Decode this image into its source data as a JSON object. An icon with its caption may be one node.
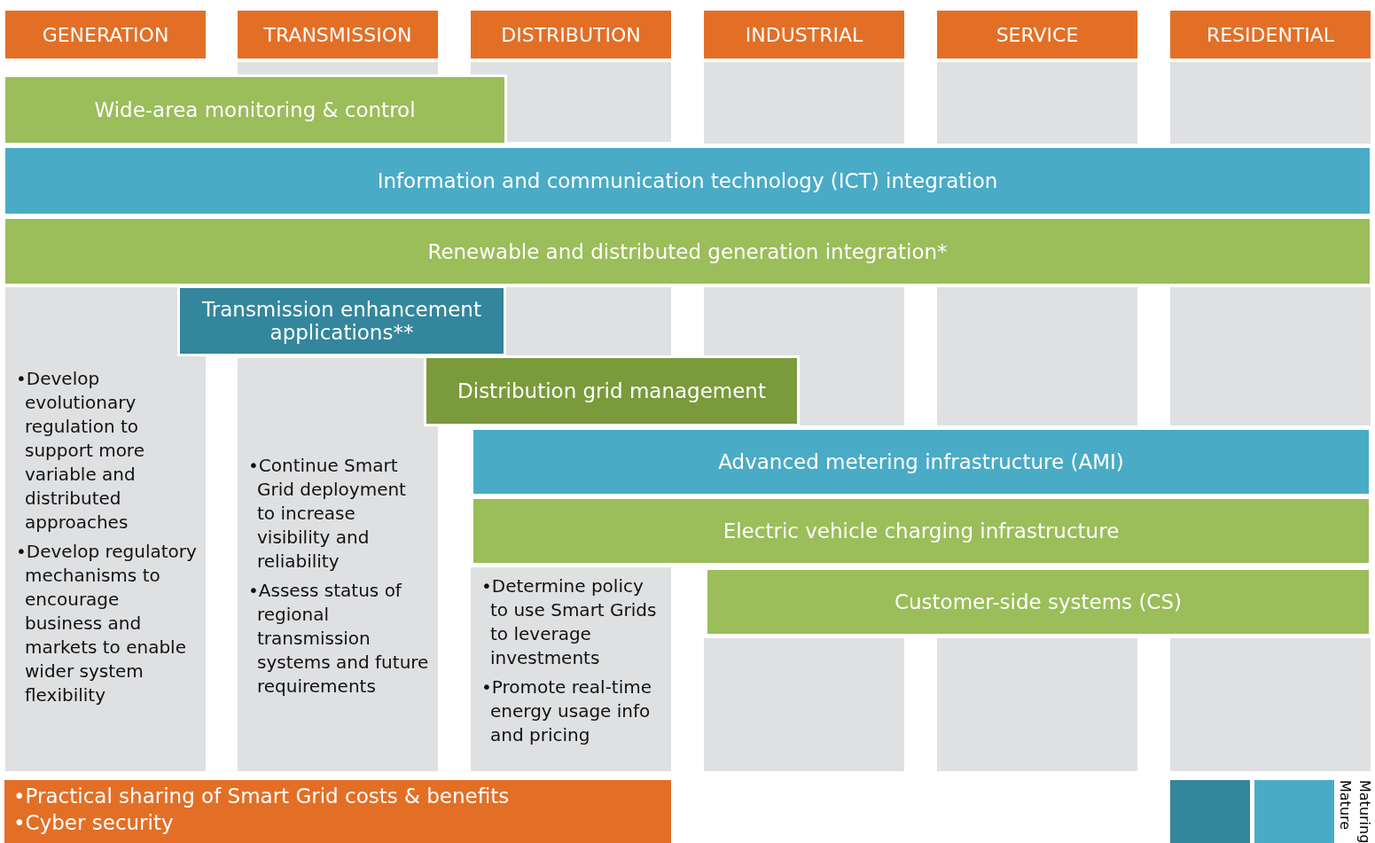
{
  "diagram": {
    "nodes": [
      {
        "text": [
          "GENERATION"
        ]
      },
      {
        "text": [
          "TRANSMISSION"
        ]
      },
      {
        "text": [
          "DISTRIBUTION"
        ]
      },
      {
        "text": [
          "INDUSTRIAL"
        ]
      },
      {
        "text": [
          "SERVICE"
        ]
      },
      {
        "text": [
          "RESIDENTIAL"
        ]
      },
      {
        "text": [
          "Wide-area monitoring & control"
        ]
      },
      {
        "text": [
          "Information and communication technology (ICT) integration"
        ]
      },
      {
        "text": [
          "Renewable and distributed generation integration*"
        ]
      },
      {
        "text": [
          "Transmission enhancement applications**"
        ]
      },
      {
        "text": [
          "Distribution grid management"
        ]
      },
      {
        "text": [
          "Advanced metering infrastructure (AMI)"
        ]
      },
      {
        "text": [
          "Electric vehicle charging infrastructure"
        ]
      },
      {
        "text": [
          "Customer-side systems (CS)"
        ]
      },
      {
        "text": [
          "•Develop evolutionary regulation to support more variable and distributed approaches",
          "•Develop regulatory mechanisms to encourage business and markets to enable wider system flexibility"
        ]
      },
      {
        "text": [
          "•Continue Smart Grid deployment to increase visibility and reliability",
          "•Assess status of regional transmission systems and future requirements"
        ]
      },
      {
        "text": [
          "•Determine policy to use Smart Grids to leverage investments",
          "•Promote real-time energy usage info and pricing"
        ]
      },
      {
        "text": [
          "•Practical sharing of Smart Grid costs & benefits",
          "•Cyber security"
        ]
      }
    ],
    "edges": [],
    "legend": [
      {
        "text": "Maturing",
        "color": "#33869c"
      },
      {
        "text": "Mature",
        "color": "#4aabc6"
      }
    ]
  }
}
